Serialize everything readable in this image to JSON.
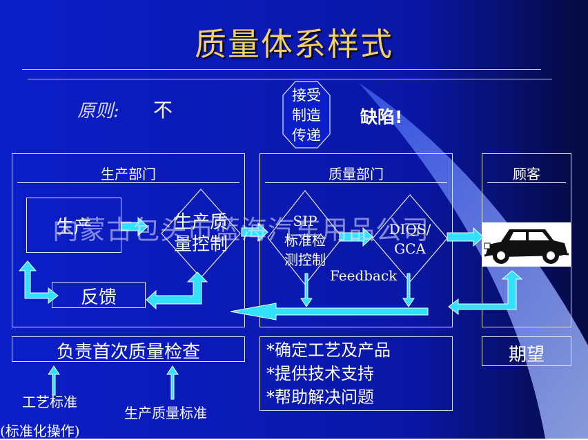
{
  "slide": {
    "title": "质量体系样式",
    "principle_label": "原则:",
    "principle_value": "不",
    "octagon_lines": [
      "接受",
      "制造",
      "传递"
    ],
    "defect": "缺陷!"
  },
  "production": {
    "title": "生产部门",
    "produce": "生产",
    "diamond_lines": [
      "生产质",
      "量控制"
    ],
    "feedback": "反馈",
    "bottom": "负责首次质量检查",
    "std1": "工艺标准",
    "std1_note": "(标准化操作)",
    "std2": "生产质量标准"
  },
  "quality": {
    "title": "质量部门",
    "sip_lines": [
      "SIP",
      "标准检",
      "测控制"
    ],
    "diqs_lines": [
      "DIQS/",
      "GCA"
    ],
    "feedback": "Feedback",
    "bullets": [
      "*确定工艺及产品",
      "*提供技术支持",
      "*帮助解决问题"
    ]
  },
  "customer": {
    "title": "顾客",
    "bottom": "期望"
  },
  "watermark": "内蒙古包头市蓝海汽车用品公司",
  "colors": {
    "background": "#0b1ec8",
    "accent": "#33e0ff",
    "title": "#f2cf6a"
  },
  "icons": [
    "car-icon"
  ]
}
